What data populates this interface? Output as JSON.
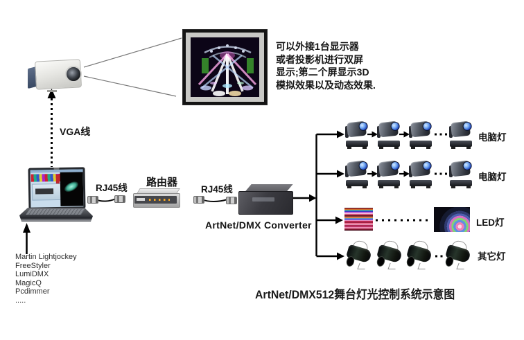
{
  "title": "ArtNet/DMX512舞台灯光控制系统示意图",
  "monitor_note": {
    "line1": "可以外接1台显示器",
    "line2": "或者投影机进行双屏",
    "line3": "显示;第二个屏显示3D",
    "line4": "模拟效果以及动态效果."
  },
  "labels": {
    "vga": "VGA线",
    "rj45_left": "RJ45线",
    "rj45_right": "RJ45线",
    "router": "路由器",
    "converter": "ArtNet/DMX Converter"
  },
  "software": {
    "items": [
      "Martin Lightjockey",
      "FreeStyler",
      "LumiDMX",
      "MagicQ",
      "Pcdimmer",
      "....."
    ]
  },
  "light_rows": {
    "row1": "电脑灯",
    "row2": "电脑灯",
    "row3": "LED灯",
    "row4": "其它灯"
  },
  "icons": {
    "projector": "projector-device",
    "monitor": "external-display-with-3d-stage-preview",
    "laptop": "laptop-running-lighting-software",
    "router": "network-router",
    "converter": "artnet-dmx-converter-box",
    "moving_head": "moving-head-light",
    "led_strip": "led-strip-panel",
    "led_screen": "led-curved-screen",
    "par_can": "par-can-light"
  },
  "colors": {
    "wire": "#000000",
    "lens_blue": "#1f46bd",
    "stage_green": "#3c9a2e",
    "led_orange": "#f6a623",
    "background": "#ffffff"
  }
}
